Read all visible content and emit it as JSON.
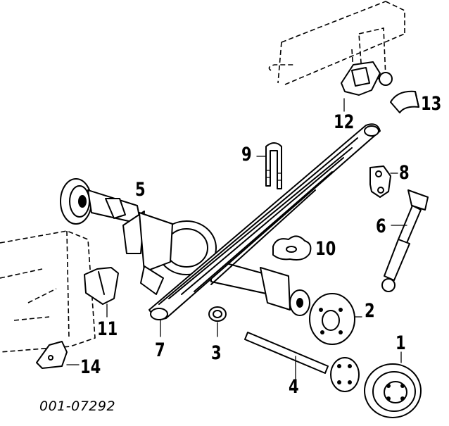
{
  "diagram": {
    "part_code": "001-07292",
    "callouts": [
      {
        "id": "1",
        "text": "1"
      },
      {
        "id": "2",
        "text": "2"
      },
      {
        "id": "3",
        "text": "3"
      },
      {
        "id": "4",
        "text": "4"
      },
      {
        "id": "5",
        "text": "5"
      },
      {
        "id": "6",
        "text": "6"
      },
      {
        "id": "7",
        "text": "7"
      },
      {
        "id": "8",
        "text": "8"
      },
      {
        "id": "9",
        "text": "9"
      },
      {
        "id": "10",
        "text": "10"
      },
      {
        "id": "11",
        "text": "11"
      },
      {
        "id": "12",
        "text": "12"
      },
      {
        "id": "13",
        "text": "13"
      },
      {
        "id": "14",
        "text": "14"
      }
    ]
  }
}
